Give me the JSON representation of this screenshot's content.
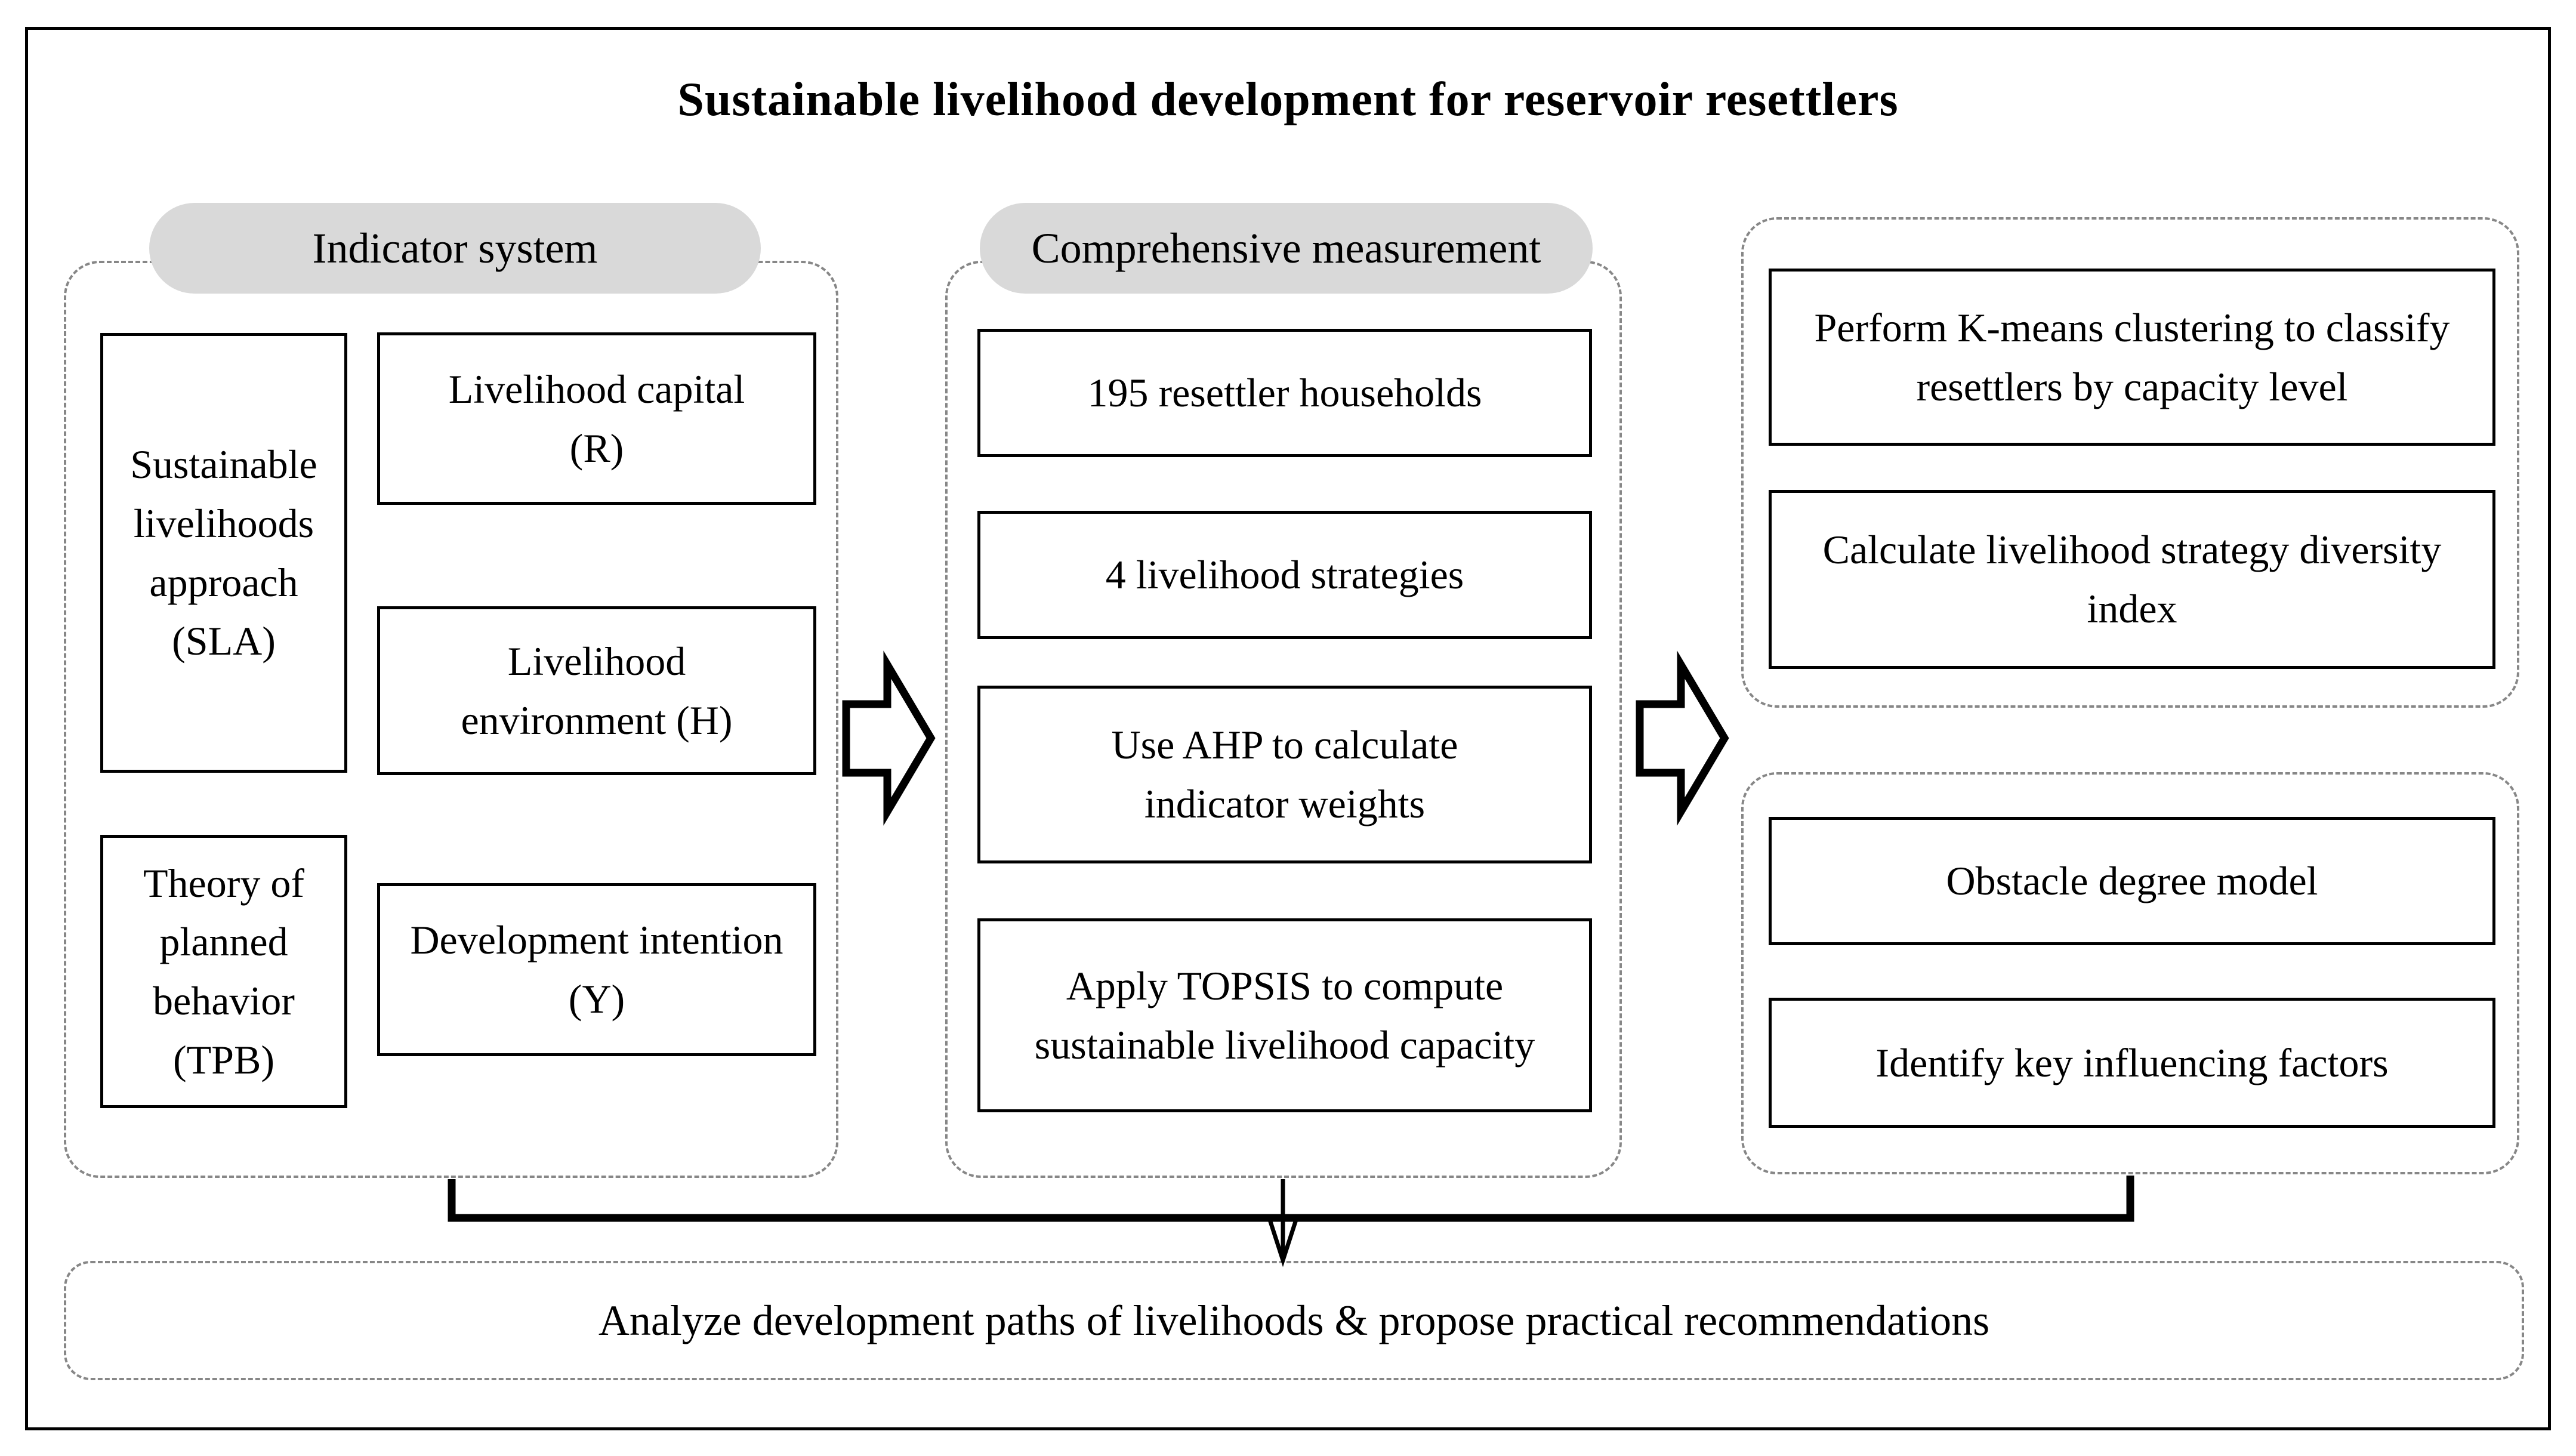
{
  "title": "Sustainable livelihood development for reservoir resettlers",
  "colors": {
    "pill_background": "#d9d9d9",
    "dashed_border": "#878787",
    "box_border": "#000000",
    "background": "#ffffff",
    "text": "#000000"
  },
  "indicator_panel": {
    "header": "Indicator system",
    "sla": "Sustainable\nlivelihoods\napproach\n(SLA)",
    "capital": "Livelihood capital\n(R)",
    "environment": "Livelihood\nenvironment (H)",
    "tpb": "Theory of\nplanned\nbehavior\n(TPB)",
    "intention": "Development intention\n(Y)"
  },
  "measurement_panel": {
    "header": "Comprehensive measurement",
    "households": "195 resettler households",
    "strategies": "4 livelihood strategies",
    "ahp": "Use AHP to calculate\nindicator weights",
    "topsis": "Apply TOPSIS to compute\nsustainable livelihood capacity"
  },
  "classification_panel": {
    "kmeans": "Perform K-means clustering to classify\nresettlers by capacity level",
    "diversity": "Calculate livelihood strategy diversity\nindex"
  },
  "obstacle_panel": {
    "obstacle_model": "Obstacle degree model",
    "key_factors": "Identify key influencing factors"
  },
  "conclusion": {
    "text": "Analyze development paths of livelihoods & propose practical recommendations"
  }
}
